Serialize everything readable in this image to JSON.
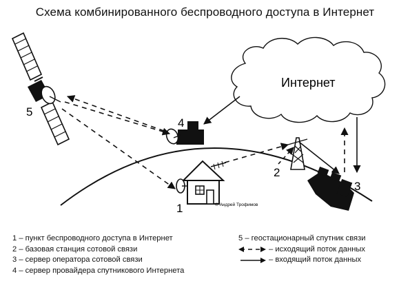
{
  "title": "Схема комбинированного беспроводного доступа в Интернет",
  "cloud_label": "Интернет",
  "markers": {
    "n1": "1",
    "n2": "2",
    "n3": "3",
    "n4": "4",
    "n5": "5"
  },
  "copyright": "© Андрей Трофимов",
  "legend_left": [
    "1 – пункт беспроводного доступа в Интернет",
    "2 – базовая станция сотовой связи",
    "3 – сервер оператора сотовой связи",
    "4 – сервер провайдера спутникового Интернета"
  ],
  "legend_right": {
    "item5": "5 – геостационарный спутник связи",
    "outgoing": "– исходящий поток данных",
    "incoming": "– входящий поток данных"
  }
}
